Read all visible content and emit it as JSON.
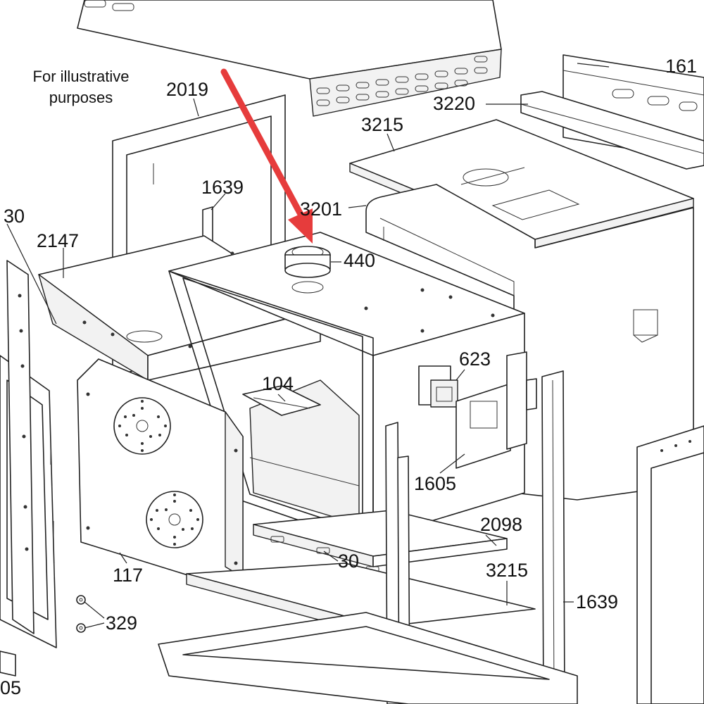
{
  "note": {
    "line1": "For illustrative",
    "line2": "purposes"
  },
  "arrow": {
    "color": "#e63c3c",
    "points_to": "440"
  },
  "line_color": "#222222",
  "callouts": [
    {
      "id": "161",
      "text": "161"
    },
    {
      "id": "2019",
      "text": "2019"
    },
    {
      "id": "3220",
      "text": "3220"
    },
    {
      "id": "3215a",
      "text": "3215"
    },
    {
      "id": "1639a",
      "text": "1639"
    },
    {
      "id": "30a",
      "text": "30"
    },
    {
      "id": "3201",
      "text": "3201"
    },
    {
      "id": "2147",
      "text": "2147"
    },
    {
      "id": "440",
      "text": "440"
    },
    {
      "id": "623",
      "text": "623"
    },
    {
      "id": "104",
      "text": "104"
    },
    {
      "id": "1605",
      "text": "1605"
    },
    {
      "id": "2098",
      "text": "2098"
    },
    {
      "id": "30b",
      "text": "30"
    },
    {
      "id": "3215b",
      "text": "3215"
    },
    {
      "id": "117",
      "text": "117"
    },
    {
      "id": "1639b",
      "text": "1639"
    },
    {
      "id": "329",
      "text": "329"
    },
    {
      "id": "05",
      "text": "05"
    }
  ]
}
